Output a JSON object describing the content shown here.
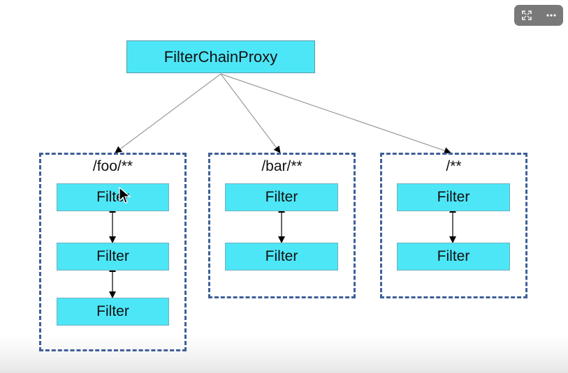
{
  "diagram": {
    "root": {
      "label": "FilterChainProxy"
    },
    "groups": [
      {
        "pattern": "/foo/**",
        "filters": [
          "Filter",
          "Filter",
          "Filter"
        ]
      },
      {
        "pattern": "/bar/**",
        "filters": [
          "Filter",
          "Filter"
        ]
      },
      {
        "pattern": "/**",
        "filters": [
          "Filter",
          "Filter"
        ]
      }
    ]
  },
  "player_controls": {
    "expand_icon": "expand-icon",
    "more_icon": "more-options-icon"
  },
  "colors": {
    "box_fill": "#4de6f7",
    "group_border": "#3f5f98",
    "connector_line": "#9a9a9a",
    "arrow": "#000000"
  }
}
